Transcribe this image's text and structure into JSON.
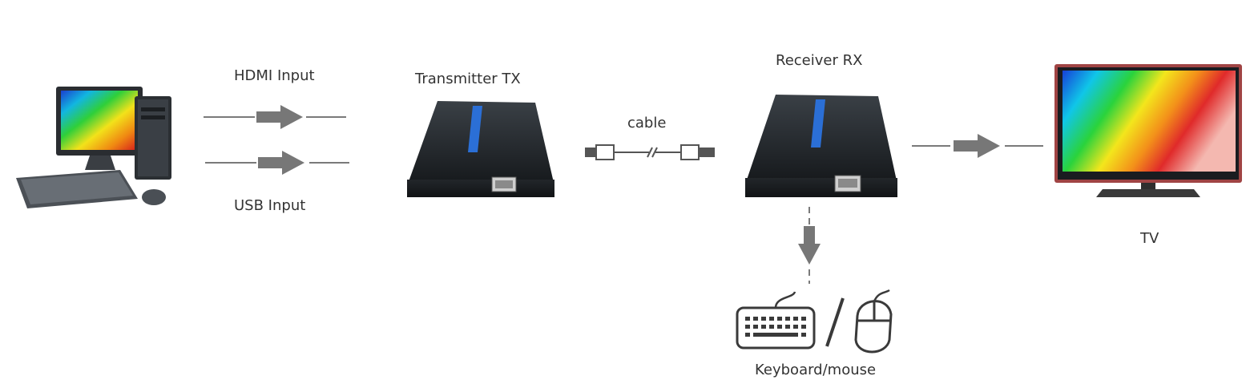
{
  "labels": {
    "hdmi_input": "HDMI Input",
    "usb_input": "USB Input",
    "transmitter": "Transmitter TX",
    "cable": "cable",
    "receiver": "Receiver RX",
    "tv": "TV",
    "keyboard_mouse": "Keyboard/mouse"
  },
  "colors": {
    "arrow": "#6f6f6f",
    "device_body": "#1f2326",
    "device_face": "#2b3035",
    "accent_blue": "#2b6fd6",
    "tv_bezel": "#9a3b3b",
    "outline_icon": "#3a3a3a"
  }
}
